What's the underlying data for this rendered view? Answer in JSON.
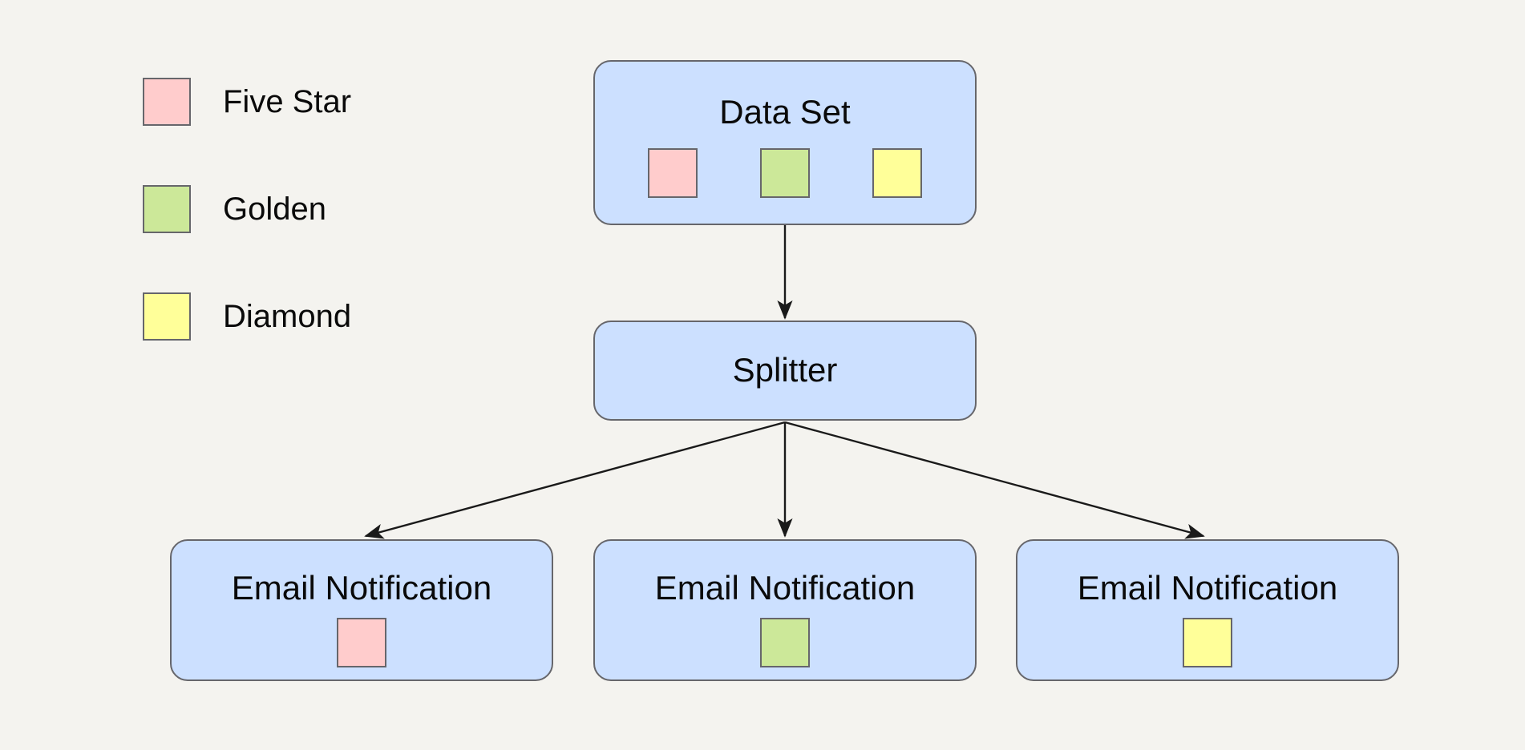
{
  "diagram": {
    "background_color": "#f4f3ef",
    "node_fill": "#cce0ff",
    "node_border": "#66666b",
    "edge_color": "#1a1a1a"
  },
  "legend": {
    "items": [
      {
        "label": "Five Star",
        "color": "#ffcccc",
        "swatch_name": "five-star-swatch"
      },
      {
        "label": "Golden",
        "color": "#cce899",
        "swatch_name": "golden-swatch"
      },
      {
        "label": "Diamond",
        "color": "#ffff99",
        "swatch_name": "diamond-swatch"
      }
    ]
  },
  "nodes": {
    "dataset": {
      "title": "Data Set",
      "chips": [
        {
          "label": "Five Star",
          "color": "#ffcccc"
        },
        {
          "label": "Golden",
          "color": "#cce899"
        },
        {
          "label": "Diamond",
          "color": "#ffff99"
        }
      ]
    },
    "splitter": {
      "title": "Splitter"
    },
    "emails": [
      {
        "title": "Email Notification",
        "chip": {
          "label": "Five Star",
          "color": "#ffcccc"
        }
      },
      {
        "title": "Email Notification",
        "chip": {
          "label": "Golden",
          "color": "#cce899"
        }
      },
      {
        "title": "Email Notification",
        "chip": {
          "label": "Diamond",
          "color": "#ffff99"
        }
      }
    ]
  },
  "edges": [
    {
      "from": "Data Set",
      "to": "Splitter"
    },
    {
      "from": "Splitter",
      "to": "Email Notification (Five Star)"
    },
    {
      "from": "Splitter",
      "to": "Email Notification (Golden)"
    },
    {
      "from": "Splitter",
      "to": "Email Notification (Diamond)"
    }
  ]
}
